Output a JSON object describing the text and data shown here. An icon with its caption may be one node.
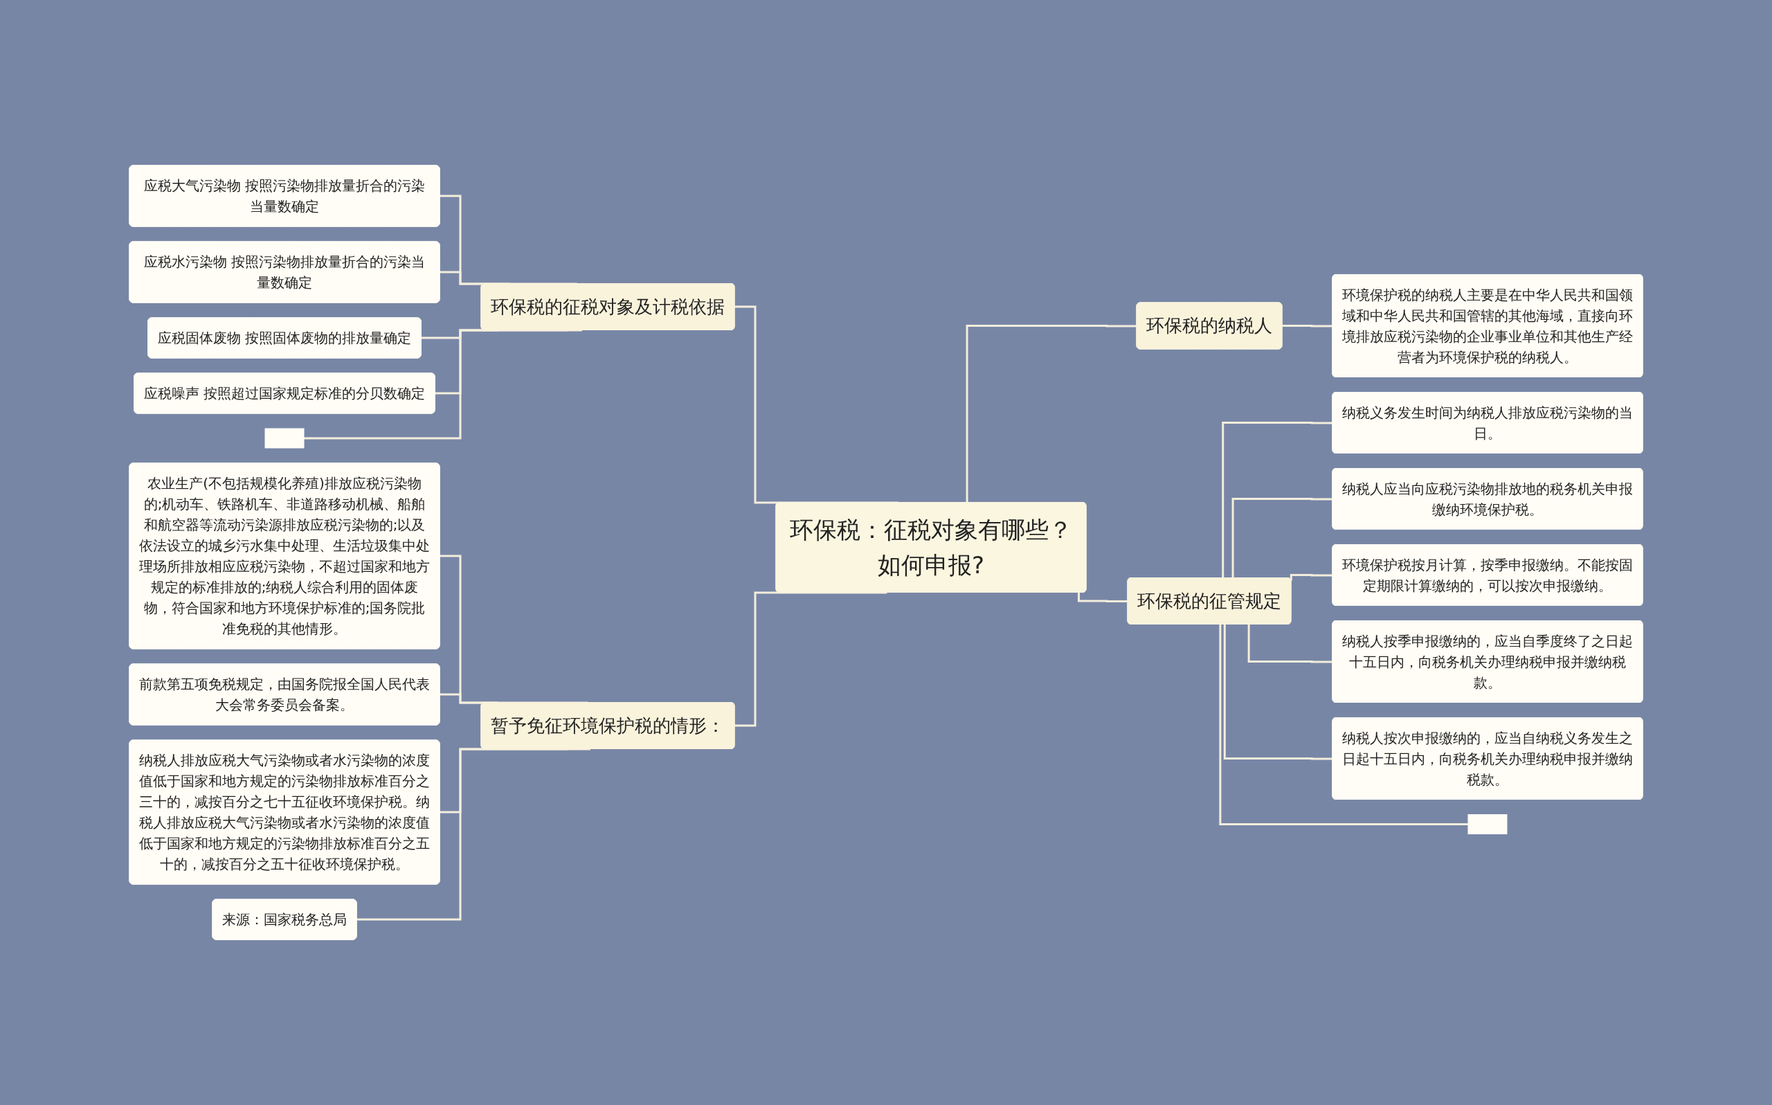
{
  "diagram": {
    "nodes": [
      {
        "text": [
          "环保税：征税对象有哪些？如何申报?"
        ]
      },
      {
        "text": [
          "环保税的征税对象及计税依据"
        ]
      },
      {
        "text": [
          "应税大气污染物 按照污染物排放量折合的污染当量数确定"
        ]
      },
      {
        "text": [
          "应税水污染物 按照污染物排放量折合的污染当量数确定"
        ]
      },
      {
        "text": [
          "应税固体废物 按照固体废物的排放量确定"
        ]
      },
      {
        "text": [
          "应税噪声 按照超过国家规定标准的分贝数确定"
        ]
      },
      {
        "text": [],
        "shape": "box"
      },
      {
        "text": [
          "暂予免征环境保护税的情形："
        ]
      },
      {
        "text": [
          "农业生产(不包括规模化养殖)排放应税污染物的;机动车、铁路机车、非道路移动机械、船舶和航空器等流动污染源排放应税污染物的;以及依法设立的城乡污水集中处理、生活垃圾集中处理场所排放相应应税污染物，不超过国家和地方规定的标准排放的;纳税人综合利用的固体废物，符合国家和地方环境保护标准的;国务院批准免税的其他情形。"
        ]
      },
      {
        "text": [
          "前款第五项免税规定，由国务院报全国人民代表大会常务委员会备案。"
        ]
      },
      {
        "text": [
          "纳税人排放应税大气污染物或者水污染物的浓度值低于国家和地方规定的污染物排放标准百分之三十的，减按百分之七十五征收环境保护税。纳税人排放应税大气污染物或者水污染物的浓度值低于国家和地方规定的污染物排放标准百分之五十的，减按百分之五十征收环境保护税。"
        ]
      },
      {
        "text": [
          "来源：国家税务总局"
        ]
      },
      {
        "text": [
          "环保税的纳税人"
        ]
      },
      {
        "text": [
          "环境保护税的纳税人主要是在中华人民共和国领域和中华人民共和国管辖的其他海域，直接向环境排放应税污染物的企业事业单位和其他生产经营者为环境保护税的纳税人。"
        ]
      },
      {
        "text": [
          "环保税的征管规定"
        ]
      },
      {
        "text": [
          "纳税义务发生时间为纳税人排放应税污染物的当日。"
        ]
      },
      {
        "text": [
          "纳税人应当向应税污染物排放地的税务机关申报缴纳环境保护税。"
        ]
      },
      {
        "text": [
          "环境保护税按月计算，按季申报缴纳。不能按固定期限计算缴纳的，可以按次申报缴纳。"
        ]
      },
      {
        "text": [
          "纳税人按季申报缴纳的，应当自季度终了之日起十五日内，向税务机关办理纳税申报并缴纳税款。"
        ]
      },
      {
        "text": [
          "纳税人按次申报缴纳的，应当自纳税义务发生之日起十五日内，向税务机关办理纳税申报并缴纳税款。"
        ]
      },
      {
        "text": [],
        "shape": "box"
      }
    ],
    "edges": [
      {
        "from": 1,
        "to": 0,
        "arrow": "none"
      },
      {
        "from": 2,
        "to": 1,
        "arrow": "none"
      },
      {
        "from": 3,
        "to": 1,
        "arrow": "none"
      },
      {
        "from": 4,
        "to": 1,
        "arrow": "none"
      },
      {
        "from": 5,
        "to": 1,
        "arrow": "none"
      },
      {
        "from": 6,
        "to": 1,
        "arrow": "none"
      },
      {
        "from": 7,
        "to": 0,
        "arrow": "none"
      },
      {
        "from": 8,
        "to": 7,
        "arrow": "none"
      },
      {
        "from": 9,
        "to": 7,
        "arrow": "none"
      },
      {
        "from": 10,
        "to": 7,
        "arrow": "none"
      },
      {
        "from": 11,
        "to": 7,
        "arrow": "none"
      },
      {
        "from": 0,
        "to": 12,
        "arrow": "none"
      },
      {
        "from": 12,
        "to": 13,
        "arrow": "none"
      },
      {
        "from": 0,
        "to": 14,
        "arrow": "none"
      },
      {
        "from": 14,
        "to": 15,
        "arrow": "none"
      },
      {
        "from": 14,
        "to": 16,
        "arrow": "none"
      },
      {
        "from": 14,
        "to": 17,
        "arrow": "none"
      },
      {
        "from": 14,
        "to": 18,
        "arrow": "none"
      },
      {
        "from": 14,
        "to": 19,
        "arrow": "none"
      },
      {
        "from": 14,
        "to": 20,
        "arrow": "none"
      }
    ]
  }
}
